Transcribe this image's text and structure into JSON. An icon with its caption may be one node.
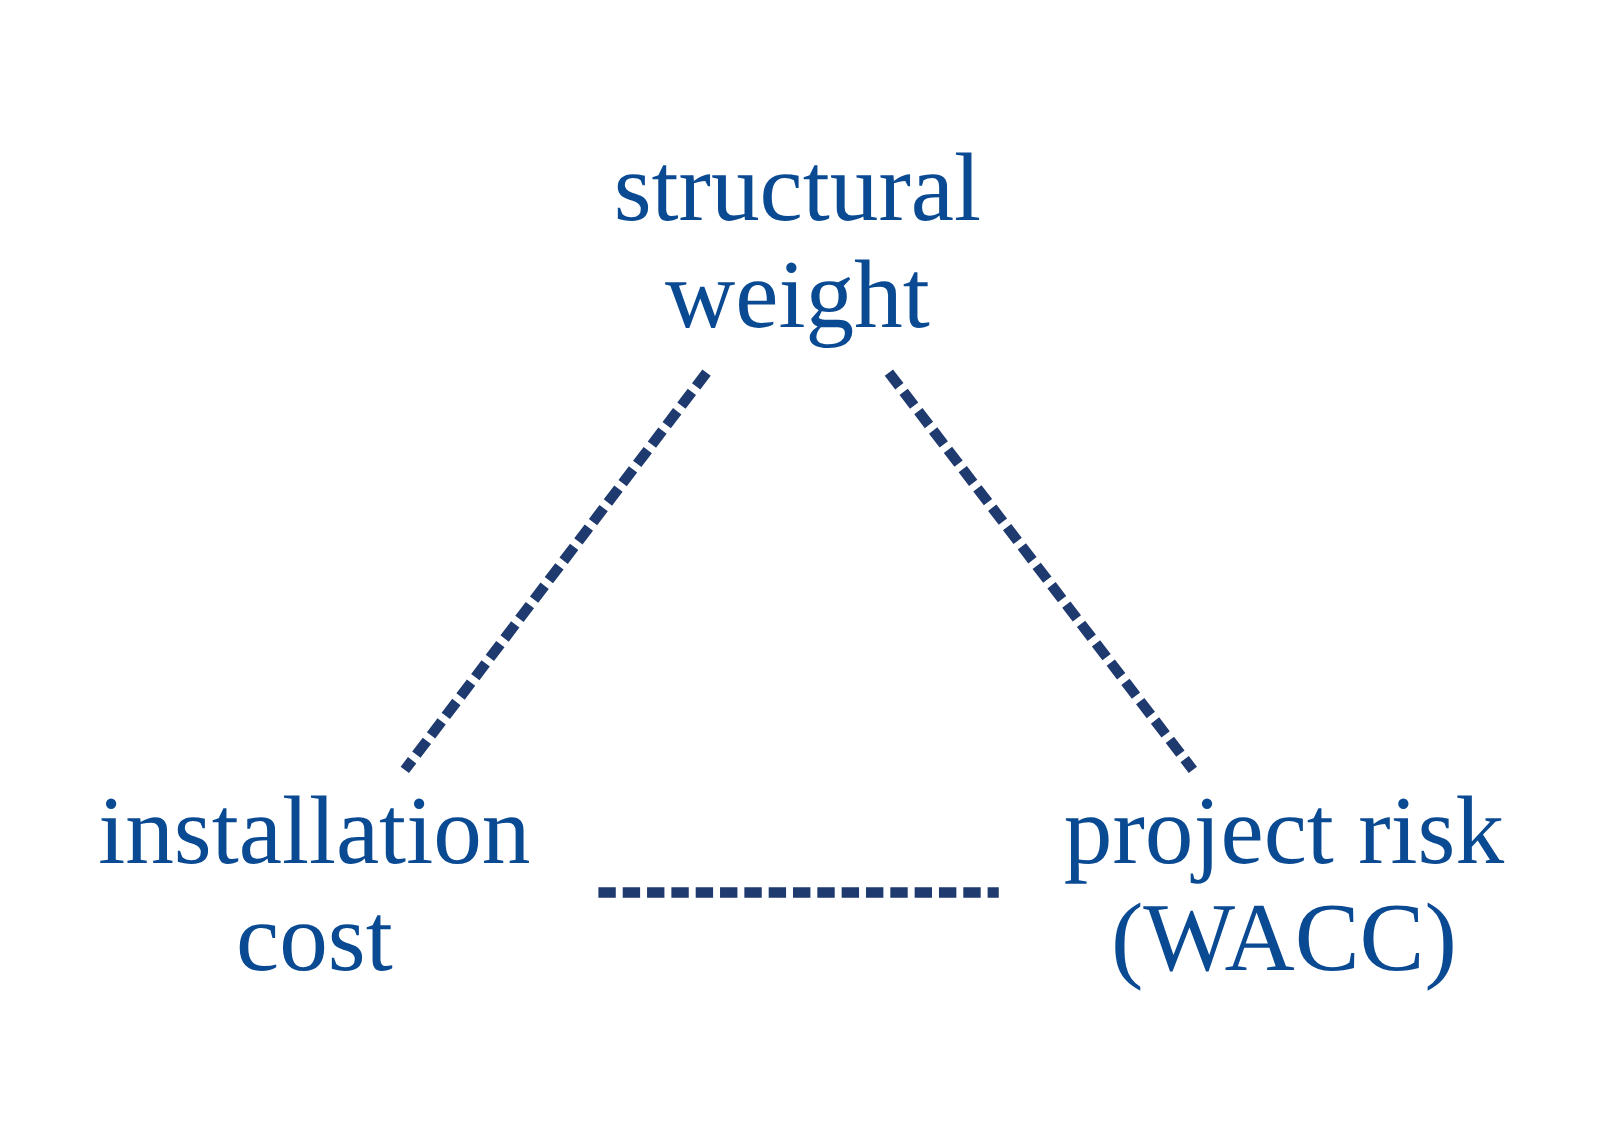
{
  "diagram": {
    "nodes": [
      {
        "text": [
          "structural weight"
        ]
      },
      {
        "text": [
          "installation cost"
        ]
      },
      {
        "text": [
          "project risk (WACC)"
        ]
      }
    ],
    "edges": [
      {
        "from": 0,
        "to": 1,
        "arrow": "none",
        "style": "dashed"
      },
      {
        "from": 0,
        "to": 2,
        "arrow": "none",
        "style": "dashed"
      },
      {
        "from": 1,
        "to": 2,
        "arrow": "none",
        "style": "dashed"
      }
    ]
  }
}
